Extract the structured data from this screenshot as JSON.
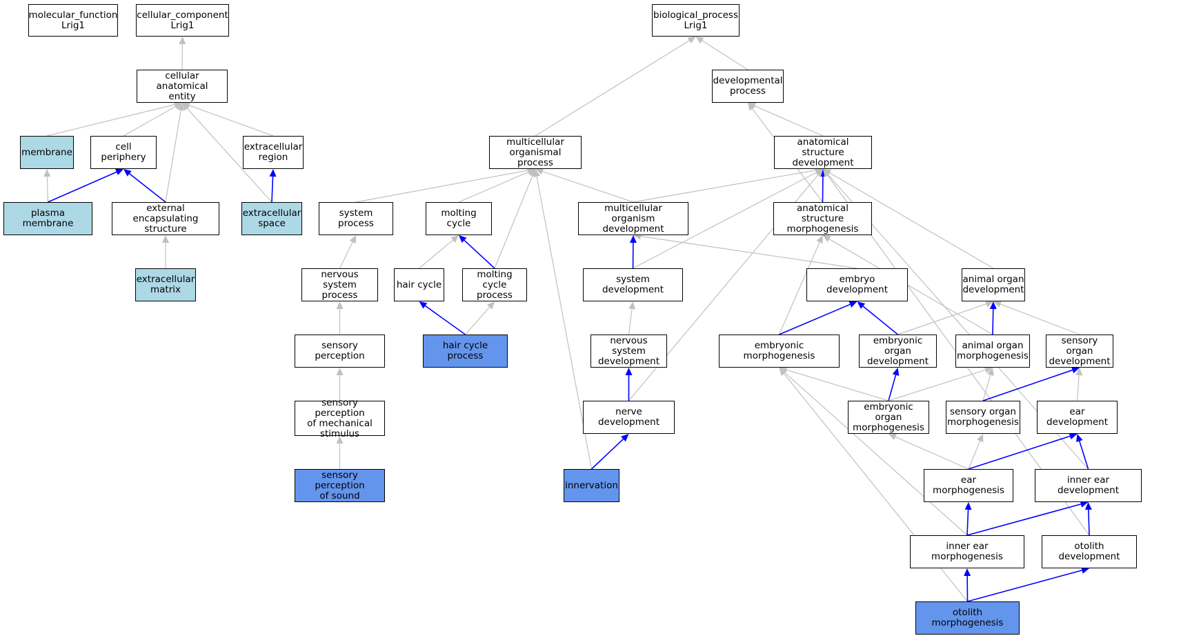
{
  "colors": {
    "grey_edge": "#c0c0c0",
    "blue_edge": "#0000ff",
    "light_fill": "#add8e6",
    "dark_fill": "#6495ed",
    "white_fill": "#ffffff"
  },
  "nodes": {
    "mf": {
      "label": "molecular_function\nLrig1",
      "style": "white"
    },
    "cc": {
      "label": "cellular_component\nLrig1",
      "style": "white"
    },
    "bp": {
      "label": "biological_process\nLrig1",
      "style": "white"
    },
    "cae": {
      "label": "cellular anatomical\nentity",
      "style": "white"
    },
    "devproc": {
      "label": "developmental\nprocess",
      "style": "white"
    },
    "membrane": {
      "label": "membrane",
      "style": "light"
    },
    "cellper": {
      "label": "cell periphery",
      "style": "white"
    },
    "ecregion": {
      "label": "extracellular\nregion",
      "style": "white"
    },
    "mop": {
      "label": "multicellular\norganismal process",
      "style": "white"
    },
    "asd": {
      "label": "anatomical structure\ndevelopment",
      "style": "white"
    },
    "plasmamem": {
      "label": "plasma membrane",
      "style": "light"
    },
    "ecs_struct": {
      "label": "external encapsulating\nstructure",
      "style": "white"
    },
    "ecspace": {
      "label": "extracellular\nspace",
      "style": "light"
    },
    "sysproc": {
      "label": "system process",
      "style": "white"
    },
    "molting": {
      "label": "molting cycle",
      "style": "white"
    },
    "mod": {
      "label": "multicellular\norganism development",
      "style": "white"
    },
    "asm": {
      "label": "anatomical structure\nmorphogenesis",
      "style": "white"
    },
    "ecmatrix": {
      "label": "extracellular\nmatrix",
      "style": "light"
    },
    "nsproc": {
      "label": "nervous system\nprocess",
      "style": "white"
    },
    "haircycle": {
      "label": "hair cycle",
      "style": "white"
    },
    "moltproc": {
      "label": "molting cycle\nprocess",
      "style": "white"
    },
    "sysdev": {
      "label": "system development",
      "style": "white"
    },
    "embdev": {
      "label": "embryo development",
      "style": "white"
    },
    "aod": {
      "label": "animal organ\ndevelopment",
      "style": "white"
    },
    "sensperc": {
      "label": "sensory perception",
      "style": "white"
    },
    "hcp": {
      "label": "hair cycle process",
      "style": "dark"
    },
    "nsdev": {
      "label": "nervous system\ndevelopment",
      "style": "white"
    },
    "embmorph": {
      "label": "embryonic morphogenesis",
      "style": "white"
    },
    "eod": {
      "label": "embryonic organ\ndevelopment",
      "style": "white"
    },
    "aom": {
      "label": "animal organ\nmorphogenesis",
      "style": "white"
    },
    "sod": {
      "label": "sensory organ\ndevelopment",
      "style": "white"
    },
    "spms": {
      "label": "sensory perception\nof mechanical\nstimulus",
      "style": "white"
    },
    "nervedev": {
      "label": "nerve development",
      "style": "white"
    },
    "eom": {
      "label": "embryonic organ\nmorphogenesis",
      "style": "white"
    },
    "som": {
      "label": "sensory organ\nmorphogenesis",
      "style": "white"
    },
    "eardev": {
      "label": "ear development",
      "style": "white"
    },
    "sps": {
      "label": "sensory perception\nof sound",
      "style": "dark"
    },
    "innervation": {
      "label": "innervation",
      "style": "dark"
    },
    "earmorph": {
      "label": "ear morphogenesis",
      "style": "white"
    },
    "ied": {
      "label": "inner ear development",
      "style": "white"
    },
    "iem": {
      "label": "inner ear morphogenesis",
      "style": "white"
    },
    "otodev": {
      "label": "otolith development",
      "style": "white"
    },
    "otomorph": {
      "label": "otolith morphogenesis",
      "style": "dark"
    }
  },
  "edges": [
    {
      "from": "cae",
      "to": "cc",
      "color": "grey"
    },
    {
      "from": "membrane",
      "to": "cae",
      "color": "grey"
    },
    {
      "from": "cellper",
      "to": "cae",
      "color": "grey"
    },
    {
      "from": "ecregion",
      "to": "cae",
      "color": "grey"
    },
    {
      "from": "ecs_struct",
      "to": "cae",
      "color": "grey"
    },
    {
      "from": "ecspace",
      "to": "cae",
      "color": "grey"
    },
    {
      "from": "plasmamem",
      "to": "membrane",
      "color": "grey"
    },
    {
      "from": "plasmamem",
      "to": "cellper",
      "color": "blue"
    },
    {
      "from": "ecs_struct",
      "to": "cellper",
      "color": "blue"
    },
    {
      "from": "ecspace",
      "to": "ecregion",
      "color": "blue"
    },
    {
      "from": "ecmatrix",
      "to": "ecs_struct",
      "color": "grey"
    },
    {
      "from": "mop",
      "to": "bp",
      "color": "grey"
    },
    {
      "from": "devproc",
      "to": "bp",
      "color": "grey"
    },
    {
      "from": "asd",
      "to": "devproc",
      "color": "grey"
    },
    {
      "from": "asm",
      "to": "devproc",
      "color": "grey"
    },
    {
      "from": "sysproc",
      "to": "mop",
      "color": "grey"
    },
    {
      "from": "molting",
      "to": "mop",
      "color": "grey"
    },
    {
      "from": "moltproc",
      "to": "mop",
      "color": "grey"
    },
    {
      "from": "mod",
      "to": "mop",
      "color": "grey"
    },
    {
      "from": "innervation",
      "to": "mop",
      "color": "grey"
    },
    {
      "from": "mod",
      "to": "asd",
      "color": "grey"
    },
    {
      "from": "asm",
      "to": "asd",
      "color": "blue"
    },
    {
      "from": "sysdev",
      "to": "asd",
      "color": "grey"
    },
    {
      "from": "nervedev",
      "to": "asd",
      "color": "grey"
    },
    {
      "from": "aod",
      "to": "asd",
      "color": "grey"
    },
    {
      "from": "ied",
      "to": "asd",
      "color": "grey"
    },
    {
      "from": "otodev",
      "to": "asd",
      "color": "grey"
    },
    {
      "from": "nsproc",
      "to": "sysproc",
      "color": "grey"
    },
    {
      "from": "haircycle",
      "to": "molting",
      "color": "grey"
    },
    {
      "from": "moltproc",
      "to": "molting",
      "color": "blue"
    },
    {
      "from": "sysdev",
      "to": "mod",
      "color": "blue"
    },
    {
      "from": "embdev",
      "to": "mod",
      "color": "grey"
    },
    {
      "from": "embmorph",
      "to": "asm",
      "color": "grey"
    },
    {
      "from": "aom",
      "to": "asm",
      "color": "grey"
    },
    {
      "from": "sensperc",
      "to": "nsproc",
      "color": "grey"
    },
    {
      "from": "hcp",
      "to": "haircycle",
      "color": "blue"
    },
    {
      "from": "hcp",
      "to": "moltproc",
      "color": "grey"
    },
    {
      "from": "nsdev",
      "to": "sysdev",
      "color": "grey"
    },
    {
      "from": "embmorph",
      "to": "embdev",
      "color": "blue"
    },
    {
      "from": "eod",
      "to": "embdev",
      "color": "blue"
    },
    {
      "from": "eod",
      "to": "aod",
      "color": "grey"
    },
    {
      "from": "aom",
      "to": "aod",
      "color": "blue"
    },
    {
      "from": "sod",
      "to": "aod",
      "color": "grey"
    },
    {
      "from": "spms",
      "to": "sensperc",
      "color": "grey"
    },
    {
      "from": "nervedev",
      "to": "nsdev",
      "color": "blue"
    },
    {
      "from": "eom",
      "to": "embmorph",
      "color": "grey"
    },
    {
      "from": "iem",
      "to": "embmorph",
      "color": "grey"
    },
    {
      "from": "otomorph",
      "to": "embmorph",
      "color": "grey"
    },
    {
      "from": "eom",
      "to": "eod",
      "color": "blue"
    },
    {
      "from": "eom",
      "to": "aom",
      "color": "grey"
    },
    {
      "from": "som",
      "to": "aom",
      "color": "grey"
    },
    {
      "from": "som",
      "to": "sod",
      "color": "blue"
    },
    {
      "from": "eardev",
      "to": "sod",
      "color": "grey"
    },
    {
      "from": "sps",
      "to": "spms",
      "color": "grey"
    },
    {
      "from": "innervation",
      "to": "nervedev",
      "color": "blue"
    },
    {
      "from": "earmorph",
      "to": "eom",
      "color": "grey"
    },
    {
      "from": "earmorph",
      "to": "som",
      "color": "grey"
    },
    {
      "from": "earmorph",
      "to": "eardev",
      "color": "blue"
    },
    {
      "from": "ied",
      "to": "eardev",
      "color": "blue"
    },
    {
      "from": "iem",
      "to": "earmorph",
      "color": "blue"
    },
    {
      "from": "iem",
      "to": "ied",
      "color": "blue"
    },
    {
      "from": "otodev",
      "to": "ied",
      "color": "blue"
    },
    {
      "from": "otomorph",
      "to": "iem",
      "color": "blue"
    },
    {
      "from": "otomorph",
      "to": "otodev",
      "color": "blue"
    }
  ]
}
